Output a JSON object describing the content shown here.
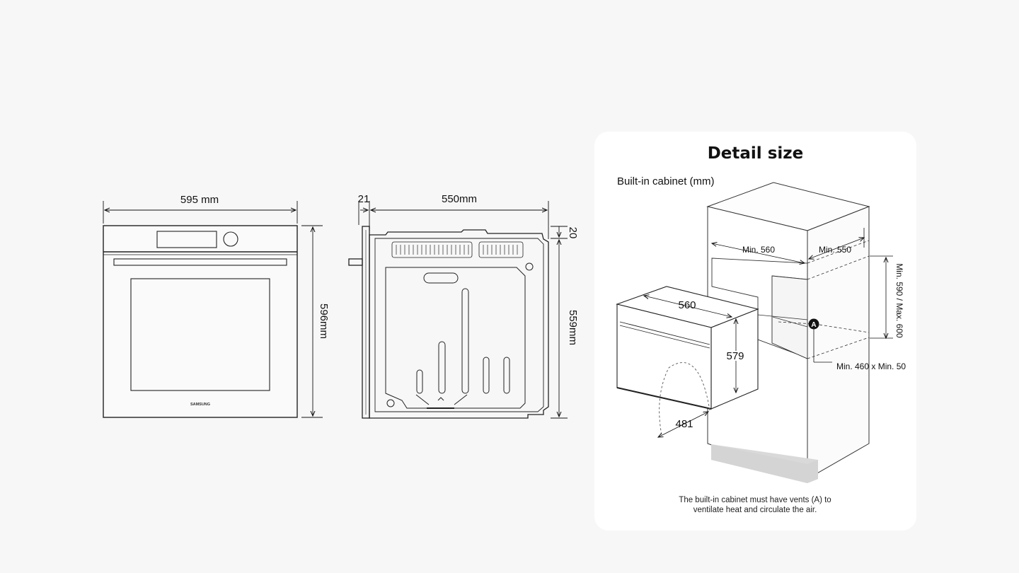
{
  "front_view": {
    "width_label": "595 mm",
    "height_label": "596mm",
    "brand": "SAMSUNG"
  },
  "side_view": {
    "door_label": "21",
    "depth_label": "550mm",
    "top_label": "20",
    "height_label": "559mm"
  },
  "detail": {
    "title": "Detail size",
    "subtitle": "Built-in cabinet (mm)",
    "labels": {
      "min_width": "Min. 560",
      "min_depth": "Min. 550",
      "height_range": "Min. 590 / Max. 600",
      "vent_marker": "A",
      "vent_size": "Min. 460 x Min. 50",
      "oven_width": "560",
      "oven_height": "579",
      "door_swing": "481"
    },
    "note_line1": "The built-in cabinet must have vents (A) to",
    "note_line2": "ventilate heat and circulate the air."
  }
}
